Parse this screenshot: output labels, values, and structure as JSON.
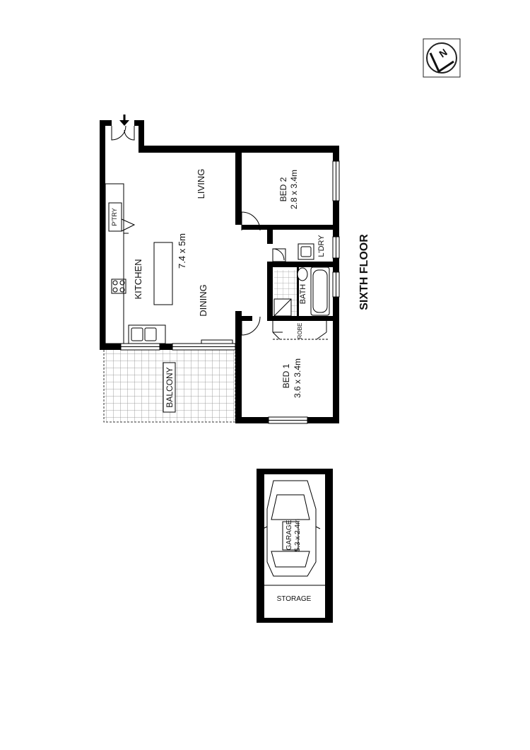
{
  "floor_title": "SIXTH FLOOR",
  "compass": {
    "icon": "north-arrow-icon",
    "letter": "N"
  },
  "rooms": {
    "living": {
      "name": "LIVING"
    },
    "kitchen": {
      "name": "KITCHEN"
    },
    "dining": {
      "name": "DINING"
    },
    "living_dining_size": "7.4 x 5m",
    "pantry": {
      "name": "P'TRY"
    },
    "bed2": {
      "name": "BED 2",
      "size": "2.8 x 3.4m"
    },
    "laundry": {
      "name": "L'DRY"
    },
    "bath": {
      "name": "BATH"
    },
    "robe": {
      "name": "ROBE"
    },
    "bed1": {
      "name": "BED 1",
      "size": "3.6 x 3.4m"
    },
    "balcony": {
      "name": "BALCONY"
    },
    "garage": {
      "name": "GARAGE",
      "size": "5.3 x 2.4m"
    },
    "storage": {
      "name": "STORAGE"
    }
  }
}
